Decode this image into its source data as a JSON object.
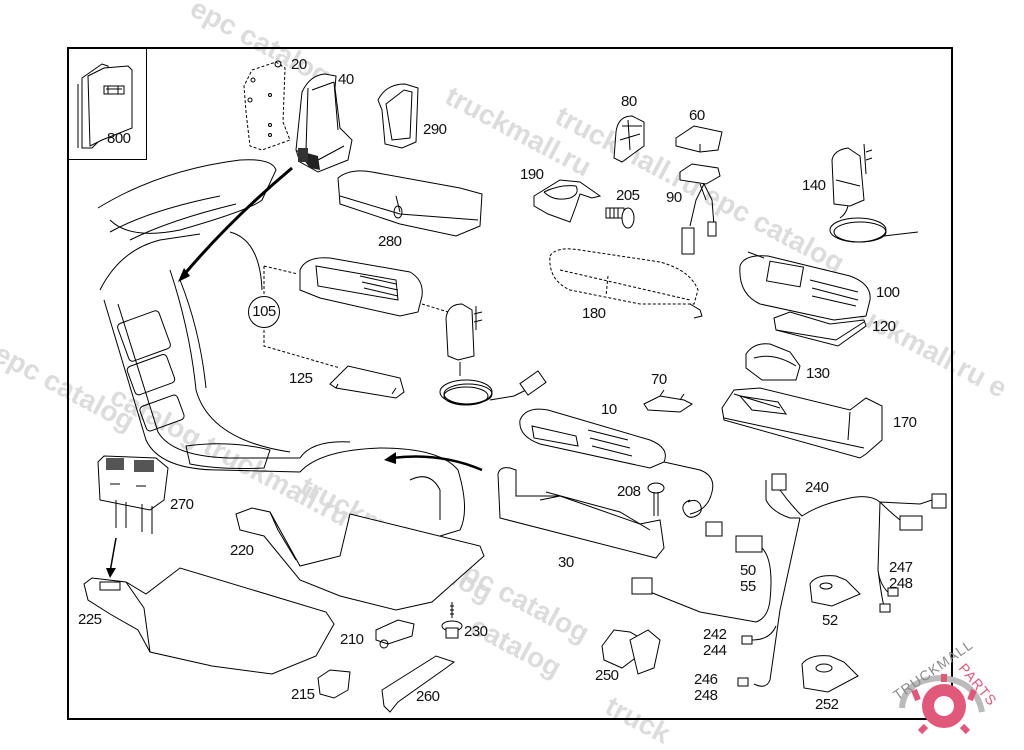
{
  "diagram": {
    "type": "exploded parts view",
    "subject": "Telephone / mobile phone installation components in center console",
    "frame_color": "#000000",
    "background": "#ffffff"
  },
  "callouts": [
    {
      "id": "800",
      "label": "800"
    },
    {
      "id": "20",
      "label": "20"
    },
    {
      "id": "40",
      "label": "40"
    },
    {
      "id": "290",
      "label": "290"
    },
    {
      "id": "280",
      "label": "280"
    },
    {
      "id": "80",
      "label": "80"
    },
    {
      "id": "60",
      "label": "60"
    },
    {
      "id": "190",
      "label": "190"
    },
    {
      "id": "205",
      "label": "205"
    },
    {
      "id": "90",
      "label": "90"
    },
    {
      "id": "140",
      "label": "140"
    },
    {
      "id": "180",
      "label": "180"
    },
    {
      "id": "100",
      "label": "100"
    },
    {
      "id": "120",
      "label": "120"
    },
    {
      "id": "130",
      "label": "130"
    },
    {
      "id": "170",
      "label": "170"
    },
    {
      "id": "105",
      "label": "105"
    },
    {
      "id": "125",
      "label": "125"
    },
    {
      "id": "70",
      "label": "70"
    },
    {
      "id": "10",
      "label": "10"
    },
    {
      "id": "208",
      "label": "208"
    },
    {
      "id": "240",
      "label": "240"
    },
    {
      "id": "30",
      "label": "30"
    },
    {
      "id": "50_55",
      "label": "50\n55"
    },
    {
      "id": "247_248",
      "label": "247\n248"
    },
    {
      "id": "52",
      "label": "52"
    },
    {
      "id": "242_244",
      "label": "242\n244"
    },
    {
      "id": "246_248",
      "label": "246\n248"
    },
    {
      "id": "250",
      "label": "250"
    },
    {
      "id": "252",
      "label": "252"
    },
    {
      "id": "270",
      "label": "270"
    },
    {
      "id": "220",
      "label": "220"
    },
    {
      "id": "225",
      "label": "225"
    },
    {
      "id": "210",
      "label": "210"
    },
    {
      "id": "230",
      "label": "230"
    },
    {
      "id": "215",
      "label": "215"
    },
    {
      "id": "260",
      "label": "260"
    }
  ],
  "watermarks": [
    {
      "text": "epc catalog"
    },
    {
      "text": "truckmall.ru"
    },
    {
      "text": "truckmall.ru epc catalog"
    },
    {
      "text": "truckmall.ru e"
    },
    {
      "text": "l epc catalog"
    },
    {
      "text": "catalog truckmall.ru epc catalog"
    },
    {
      "text": "truckmall.ru epc catalog"
    },
    {
      "text": "truck"
    },
    {
      "text": "catalog"
    }
  ],
  "logo": {
    "text_dark": "TRUCKMALL",
    "text_accent": "PARTS",
    "accent_color": "#e0587a",
    "dark_color": "#8a8a8a"
  }
}
